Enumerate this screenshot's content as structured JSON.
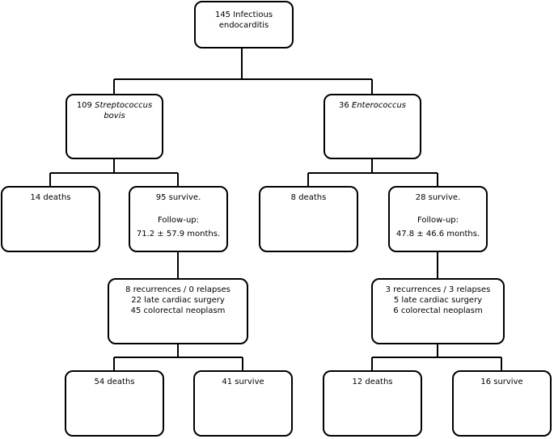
{
  "nodes": {
    "root": {
      "line1": "145 Infectious",
      "line2": "endocarditis"
    },
    "strep": {
      "count": "109",
      "organism_a": "Streptococcus",
      "organism_b": "bovis"
    },
    "entero": {
      "count": "36",
      "organism": "Enterococcus"
    },
    "strep_deaths": {
      "text": "14 deaths"
    },
    "strep_survive": {
      "line1": "95 survive.",
      "line2": "Follow-up:",
      "line3": "71.2 ± 57.9 months."
    },
    "entero_deaths": {
      "text": "8 deaths"
    },
    "entero_survive": {
      "line1": "28 survive.",
      "line2": "Follow-up:",
      "line3": "47.8 ± 46.6 months."
    },
    "strep_outcomes": {
      "line1": "8 recurrences / 0 relapses",
      "line2": "22 late cardiac surgery",
      "line3": "45 colorectal neoplasm"
    },
    "entero_outcomes": {
      "line1": "3 recurrences / 3 relapses",
      "line2": "5 late cardiac surgery",
      "line3": "6 colorectal neoplasm"
    },
    "strep_final_deaths": {
      "text": "54 deaths"
    },
    "strep_final_survive": {
      "text": "41 survive"
    },
    "entero_final_deaths": {
      "text": "12 deaths"
    },
    "entero_final_survive": {
      "text": "16 survive"
    }
  }
}
